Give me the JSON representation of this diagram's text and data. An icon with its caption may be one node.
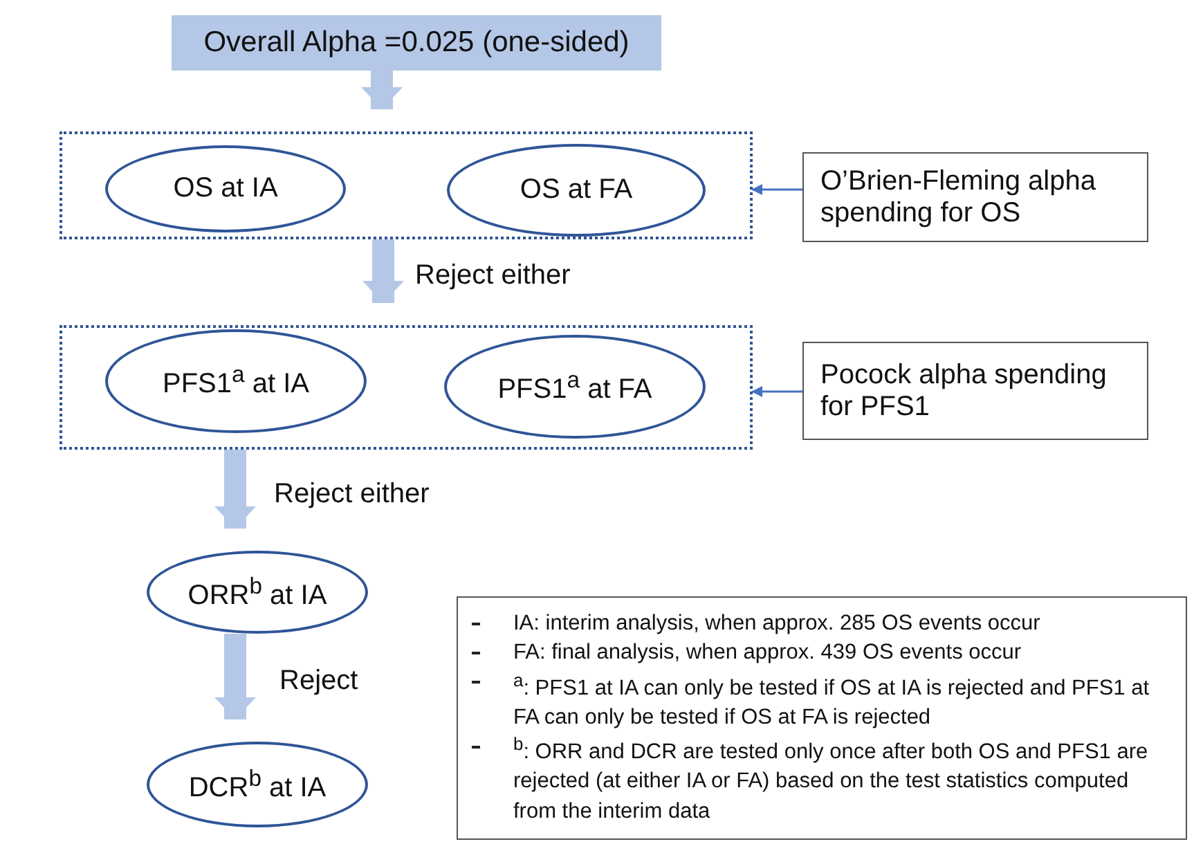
{
  "diagram": {
    "nodes": [
      {
        "text": [
          "Overall Alpha =0.025 (one-sided)"
        ]
      },
      {
        "text": [],
        "shape": "box"
      },
      {
        "text": [
          "OS at IA"
        ],
        "in": 1
      },
      {
        "text": [
          "OS at FA"
        ],
        "in": 1
      },
      {
        "text": [
          "O’Brien-Fleming alpha spending for OS"
        ]
      },
      {
        "text": [],
        "shape": "box"
      },
      {
        "text": [
          "PFS1$^{a}$ at IA"
        ],
        "in": 5
      },
      {
        "text": [
          "PFS1$^{a}$ at FA"
        ],
        "in": 5
      },
      {
        "text": [
          "Pocock alpha spending for PFS1"
        ]
      },
      {
        "text": [
          "ORR$^{b}$ at IA"
        ]
      },
      {
        "text": [
          "DCR$^{b}$ at IA"
        ]
      },
      {
        "text": [
          "IA: interim analysis, when approx. 285 OS events occur",
          "FA: final analysis, when approx. 439 OS events occur",
          "$^{a}$: PFS1 at IA can only be tested if OS at IA is rejected and PFS1 at FA can only be tested if OS at FA is rejected",
          "$^{b}$: ORR and DCR are tested only once after both OS and PFS1 are rejected (at either IA or FA) based on the test statistics computed from the interim data"
        ]
      }
    ],
    "edges": [
      {
        "from": 0,
        "to": 1,
        "arrow": "to"
      },
      {
        "from": 1,
        "to": 5,
        "arrow": "to",
        "label": "Reject either"
      },
      {
        "from": 5,
        "to": 9,
        "arrow": "to",
        "label": "Reject either"
      },
      {
        "from": 9,
        "to": 10,
        "arrow": "to",
        "label": "Reject"
      },
      {
        "from": 4,
        "to": 1,
        "arrow": "to",
        "color": "#4472c4"
      },
      {
        "from": 8,
        "to": 5,
        "arrow": "to",
        "color": "#4472c4"
      }
    ]
  }
}
